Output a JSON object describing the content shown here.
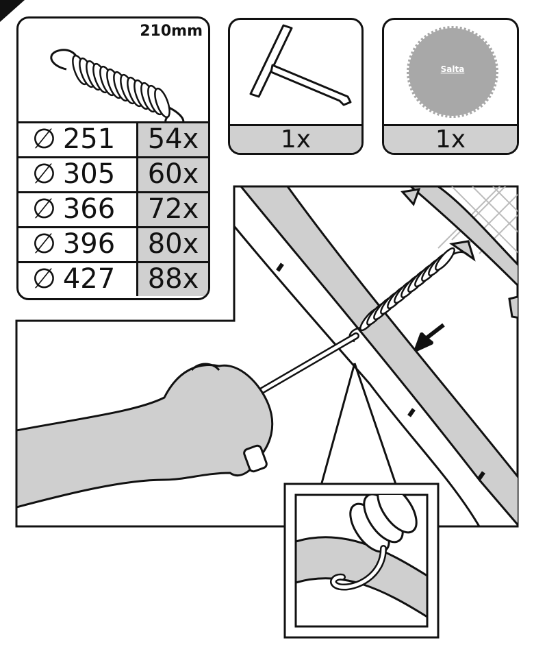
{
  "spring_panel": {
    "length_label": "210mm",
    "diameter_symbol": "∅",
    "rows": [
      {
        "diameter": "251",
        "quantity": "54x"
      },
      {
        "diameter": "305",
        "quantity": "60x"
      },
      {
        "diameter": "366",
        "quantity": "72x"
      },
      {
        "diameter": "396",
        "quantity": "80x"
      },
      {
        "diameter": "427",
        "quantity": "88x"
      }
    ]
  },
  "tool_panel": {
    "quantity": "1x"
  },
  "mat_panel": {
    "quantity": "1x",
    "logo_text": "Salta"
  },
  "colors": {
    "panel_fill": "#d0d0d0",
    "outline": "#111111",
    "mat": "#a8a8a8"
  }
}
